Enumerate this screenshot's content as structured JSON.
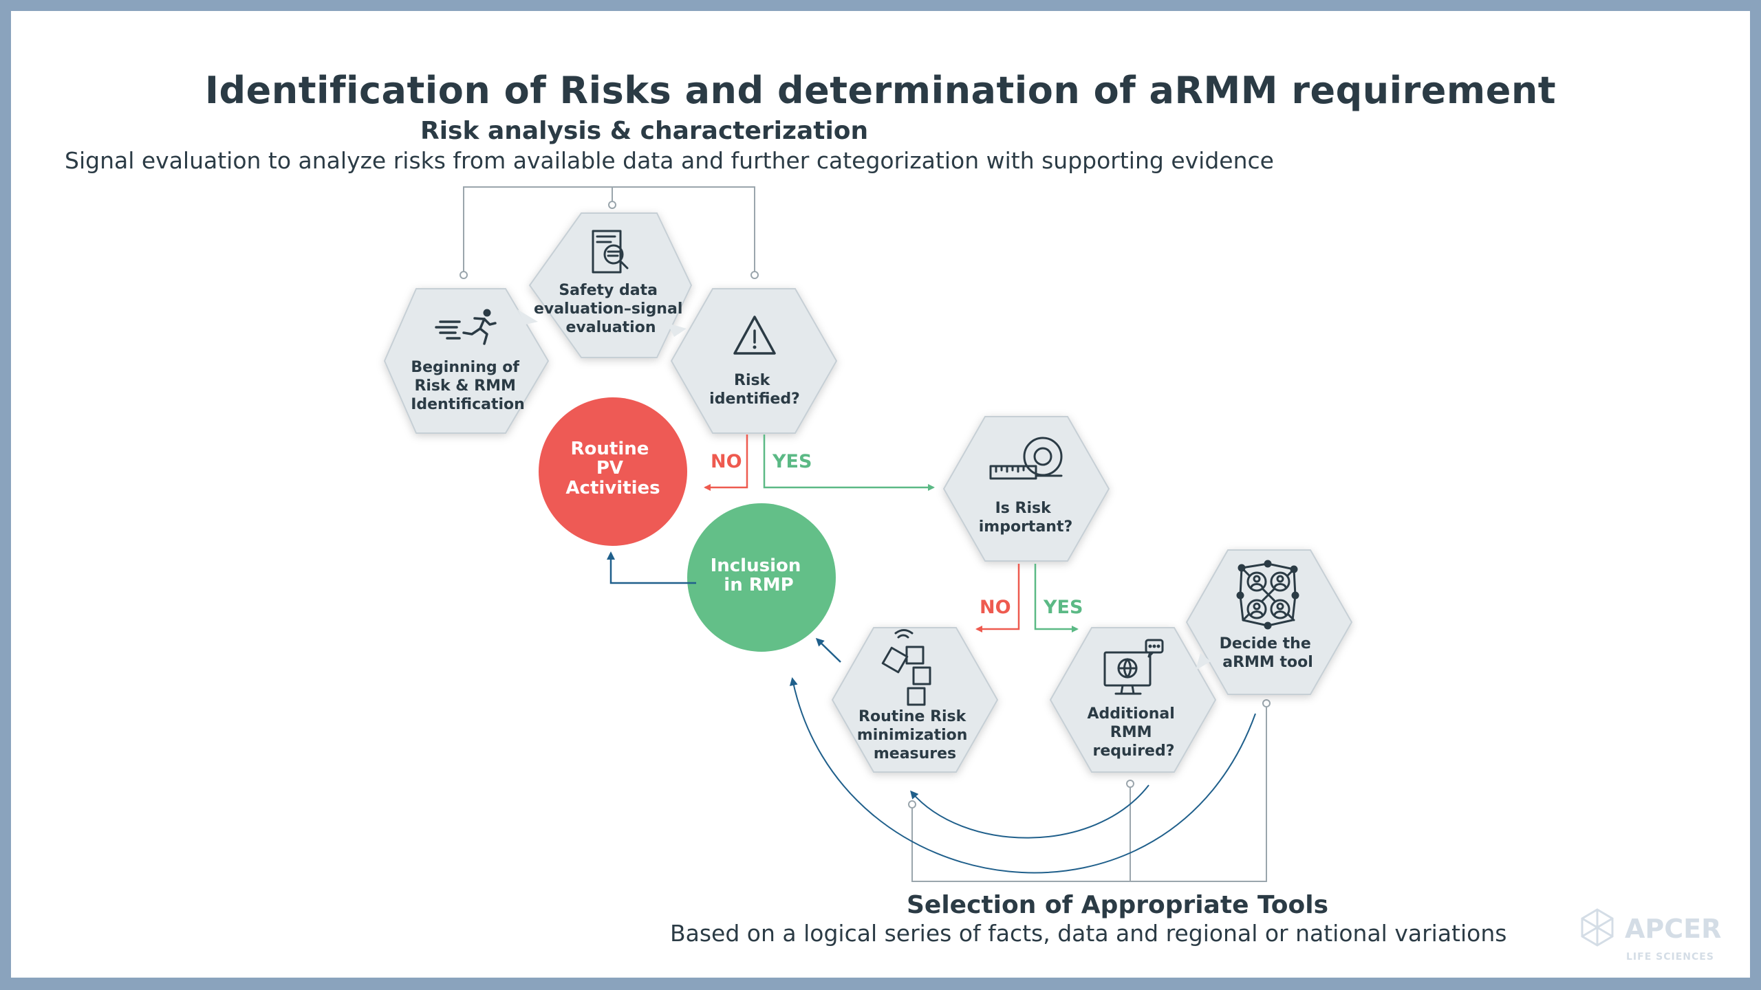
{
  "title": "Identification of Risks and determination of aRMM requirement",
  "top_section": {
    "heading": "Risk analysis & characterization",
    "subtitle": "Signal evaluation to analyze risks from available data and further categorization with supporting evidence"
  },
  "bottom_section": {
    "heading": "Selection of Appropriate Tools",
    "subtitle": "Based on a logical series of facts, data and regional or national variations"
  },
  "nodes": {
    "beginning": {
      "lines": [
        "Beginning of",
        "Risk & RMM",
        "Identification"
      ],
      "icon": "running-person-icon"
    },
    "safety_data": {
      "lines": [
        "Safety data",
        "evaluation–signal",
        "evaluation"
      ],
      "icon": "document-magnifier-icon"
    },
    "risk_identified": {
      "lines": [
        "Risk",
        "identified?"
      ],
      "icon": "warning-triangle-icon"
    },
    "routine_pv": {
      "lines": [
        "Routine",
        "PV",
        "Activities"
      ]
    },
    "inclusion_rmp": {
      "lines": [
        "Inclusion",
        "in RMP"
      ]
    },
    "risk_important": {
      "lines": [
        "Is Risk",
        "important?"
      ],
      "icon": "tape-measure-icon"
    },
    "routine_risk_min": {
      "lines": [
        "Routine Risk",
        "minimization",
        "measures"
      ],
      "icon": "puzzle-blocks-icon"
    },
    "additional_rmm": {
      "lines": [
        "Additional",
        "RMM",
        "required?"
      ],
      "icon": "monitor-globe-icon"
    },
    "decide_armm": {
      "lines": [
        "Decide the",
        "aRMM tool"
      ],
      "icon": "network-people-icon"
    }
  },
  "branch_labels": {
    "no_1": "NO",
    "yes_1": "YES",
    "no_2": "NO",
    "yes_2": "YES"
  },
  "logo": {
    "name": "APCER",
    "subtitle": "LIFE SCIENCES"
  },
  "colors": {
    "hex_fill": "#e4e9ec",
    "text_dark": "#2b3b45",
    "routine_pv": "#ee5a55",
    "inclusion_rmp": "#63bf88",
    "yes": "#5bb985",
    "no": "#ee5a4f",
    "arrow_blue": "#1f5f8b",
    "frame": "#8aa3bd"
  }
}
